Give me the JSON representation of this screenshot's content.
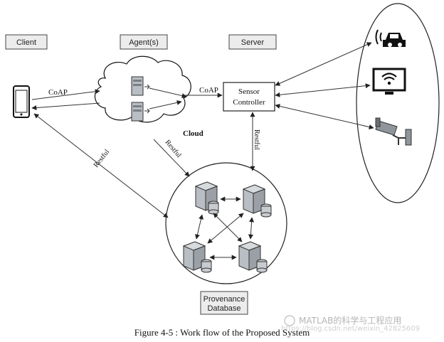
{
  "labels": {
    "client": "Client",
    "agents": "Agent(s)",
    "server": "Server",
    "coap_left": "CoAP",
    "coap_right": "CoAP",
    "cloud": "Cloud",
    "sensor_controller_line1": "Sensor",
    "sensor_controller_line2": "Controller",
    "restful_left": "Restful",
    "restful_middle": "Restful",
    "restful_right": "Restful",
    "provenance_line1": "Provenance",
    "provenance_line2": "Database",
    "caption": "Figure 4-5 : Work flow of the Proposed System",
    "watermark_name": "MATLAB的科学与工程应用",
    "watermark_url": "https://blog.csdn.net/weixin_42825609"
  },
  "icons": {
    "devices": [
      "car-icon",
      "tv-wifi-icon",
      "security-camera-icon"
    ],
    "client": "smartphone-icon"
  }
}
